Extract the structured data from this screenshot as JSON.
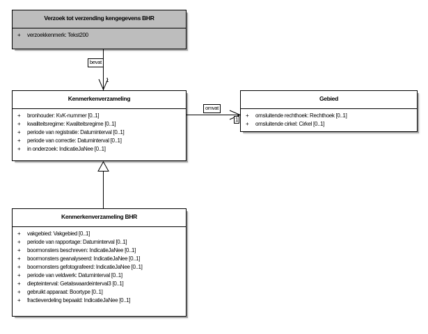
{
  "diagram": {
    "type": "uml-class-diagram",
    "classes": [
      {
        "id": "verzoek",
        "name": "Verzoek tot verzending kengegevens BHR",
        "shaded": true,
        "attributes": [
          {
            "visibility": "+",
            "signature": "verzoekkenmerk: Tekst200"
          }
        ]
      },
      {
        "id": "kenmerkenverzameling",
        "name": "Kenmerkenverzameling",
        "shaded": false,
        "attributes": [
          {
            "visibility": "+",
            "signature": "bronhouder: KvK-nummer [0..1]"
          },
          {
            "visibility": "+",
            "signature": "kwaliteitsregime: Kwaliteitsregime [0..1]"
          },
          {
            "visibility": "+",
            "signature": "periode van registratie: Datuminterval [0..1]"
          },
          {
            "visibility": "+",
            "signature": "periode van correctie: Datuminterval [0..1]"
          },
          {
            "visibility": "+",
            "signature": "in onderzoek: IndicatieJaNee [0..1]"
          }
        ]
      },
      {
        "id": "gebied",
        "name": "Gebied",
        "shaded": false,
        "attributes": [
          {
            "visibility": "+",
            "signature": "omsluitende rechthoek: Rechthoek [0..1]"
          },
          {
            "visibility": "+",
            "signature": "omsluitende cirkel: Cirkel [0..1]"
          }
        ]
      },
      {
        "id": "kenmerkenverzameling_bhr",
        "name": "Kenmerkenverzameling BHR",
        "shaded": false,
        "attributes": [
          {
            "visibility": "+",
            "signature": "vakgebied: Vakgebied [0..1]"
          },
          {
            "visibility": "+",
            "signature": "periode van rapportage: Datuminterval [0..1]"
          },
          {
            "visibility": "+",
            "signature": "boormonsters beschreven: IndicatieJaNee [0..1]"
          },
          {
            "visibility": "+",
            "signature": "boormonsters geanalyseerd: IndicatieJaNee [0..1]"
          },
          {
            "visibility": "+",
            "signature": "boormonsters gefotografeerd: IndicatieJaNee [0..1]"
          },
          {
            "visibility": "+",
            "signature": "periode van veldwerk: Datuminterval [0..1]"
          },
          {
            "visibility": "+",
            "signature": "diepteinterval: Getalswaardeinterval3 [0..1]"
          },
          {
            "visibility": "+",
            "signature": "gebruikt apparaat: Boortype [0..1]"
          },
          {
            "visibility": "+",
            "signature": "fractieverdeling bepaald: IndicatieJaNee [0..1]"
          }
        ]
      }
    ],
    "associations": [
      {
        "id": "bevat",
        "label": "bevat",
        "from": "verzoek",
        "to": "kenmerkenverzameling",
        "target_multiplicity": "1",
        "arrow": "open"
      },
      {
        "id": "omvat",
        "label": "omvat",
        "from": "kenmerkenverzameling",
        "to": "gebied",
        "target_multiplicity": "1",
        "arrow": "open"
      },
      {
        "id": "generalisatie",
        "label": "",
        "from": "kenmerkenverzameling_bhr",
        "to": "kenmerkenverzameling",
        "target_multiplicity": "",
        "arrow": "generalization"
      }
    ],
    "colors": {
      "shaded_fill": "#bdbdbd",
      "plain_fill": "#ffffff",
      "line": "#000000",
      "background": "#ffffff"
    }
  }
}
